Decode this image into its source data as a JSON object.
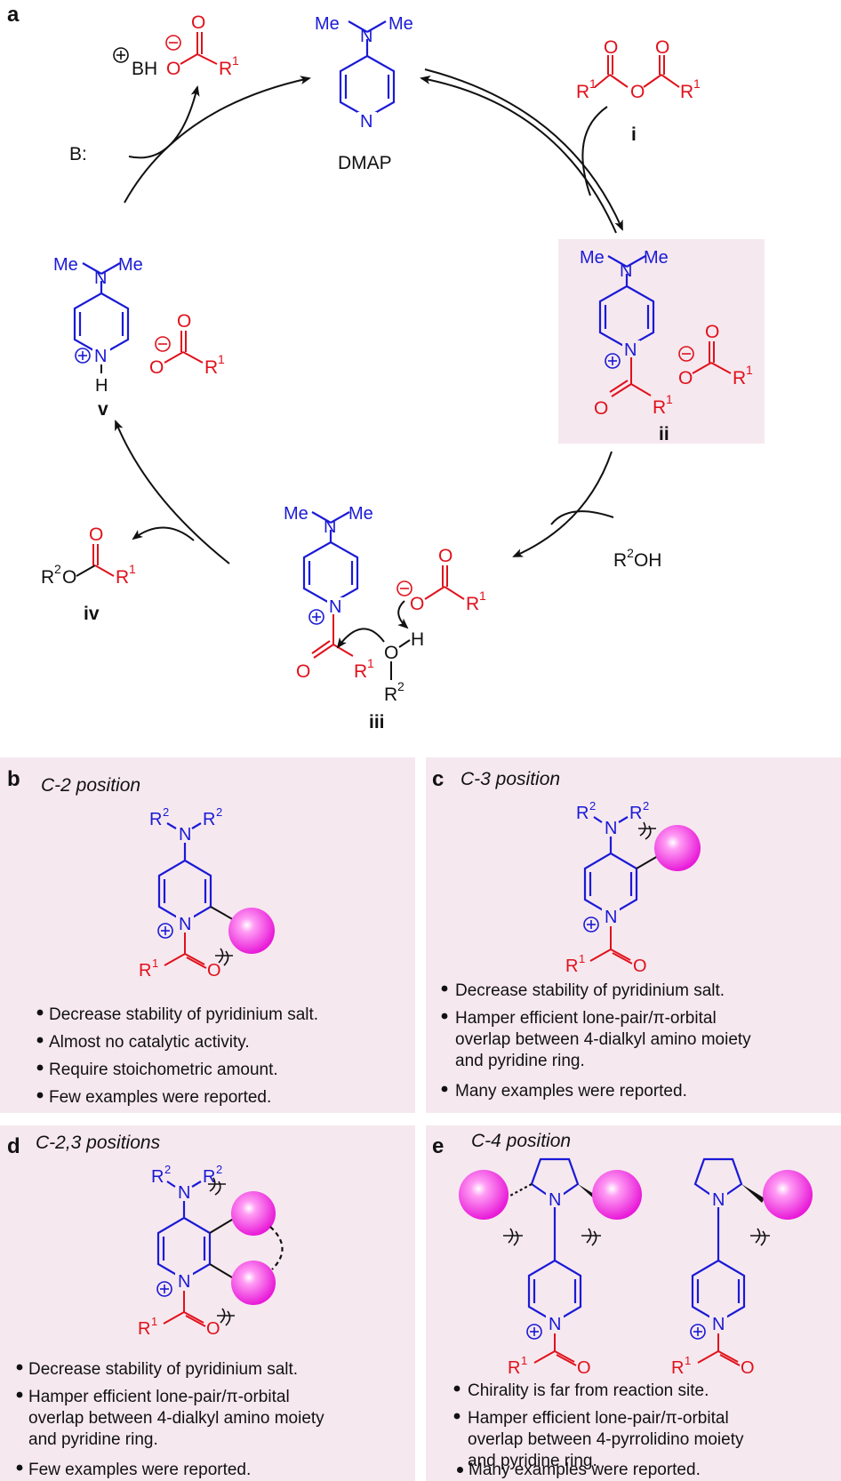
{
  "panel_a": {
    "letter": "a",
    "dmap_label": "DMAP",
    "label_i": "i",
    "label_ii": "ii",
    "label_iii": "iii",
    "label_iv": "iv",
    "label_v": "v",
    "base": "B:",
    "bh": "BH",
    "reagent": "R",
    "reagent_sup": "2",
    "reagent_tail": "OH",
    "me": "Me",
    "n": "N",
    "o": "O",
    "h": "H",
    "r": "R",
    "sup1": "1",
    "sup2": "2"
  },
  "panel_b": {
    "letter": "b",
    "heading": "C-2 position",
    "bullets": [
      "Decrease stability of pyridinium salt.",
      "Almost no catalytic activity.",
      "Require stoichometric amount.",
      "Few examples were reported."
    ]
  },
  "panel_c": {
    "letter": "c",
    "heading": "C-3 position",
    "bullets": [
      "Decrease stability of pyridinium salt.",
      "Hamper efficient lone-pair/π-orbital",
      "overlap between 4-dialkyl amino moiety",
      "and pyridine ring.",
      "Many examples were reported."
    ]
  },
  "panel_d": {
    "letter": "d",
    "heading": "C-2,3 positions",
    "bullets": [
      "Decrease stability of pyridinium salt.",
      "Hamper efficient lone-pair/π-orbital",
      "overlap between 4-dialkyl amino moiety",
      "and pyridine ring.",
      "Few examples were reported."
    ]
  },
  "panel_e": {
    "letter": "e",
    "heading": "C-4 position",
    "bullets": [
      "Chirality is far from reaction site.",
      "Hamper efficient lone-pair/π-orbital",
      "overlap between 4-pyrrolidino moiety",
      "and pyridine ring.",
      "Many examples were reported."
    ]
  },
  "colors": {
    "nitrogen_blue": "#1a1ad6",
    "acyl_red": "#e0111b",
    "panel_bg": "#f6e8ef",
    "sphere": "#ff33ee"
  }
}
